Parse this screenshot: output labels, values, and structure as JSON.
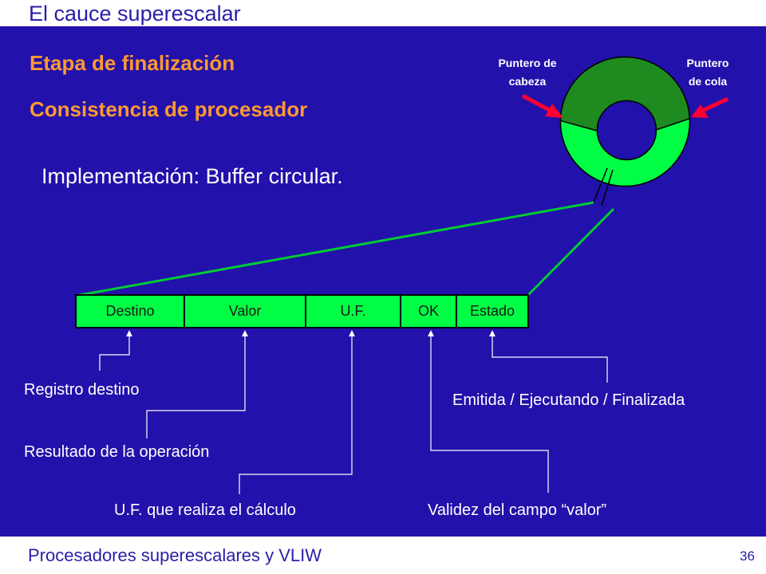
{
  "header": {
    "title": "El cauce superescalar"
  },
  "slide": {
    "subtitle1": "Etapa de finalización",
    "subtitle2": "Consistencia de procesador",
    "implementation": "Implementación:  Buffer circular."
  },
  "pointers": {
    "head_line1": "Puntero de",
    "head_line2": "cabeza",
    "tail_line1": "Puntero",
    "tail_line2": "de cola"
  },
  "entry_fields": [
    "Destino",
    "Valor",
    "U.F.",
    "OK",
    "Estado"
  ],
  "annotations": {
    "destino": "Registro destino",
    "valor": "Resultado de la operación",
    "uf": "U.F. que realiza el cálculo",
    "ok": "Validez del campo “valor”",
    "estado": "Emitida / Ejecutando / Finalizada"
  },
  "colors": {
    "background": "#2211aa",
    "accent_title": "#ff9933",
    "buffer_free": "#00ff44",
    "buffer_occupied": "#1f8a1f",
    "pointer_arrow": "#ff0033"
  },
  "footer": {
    "course": "Procesadores superescalares y VLIW",
    "page": "36"
  }
}
